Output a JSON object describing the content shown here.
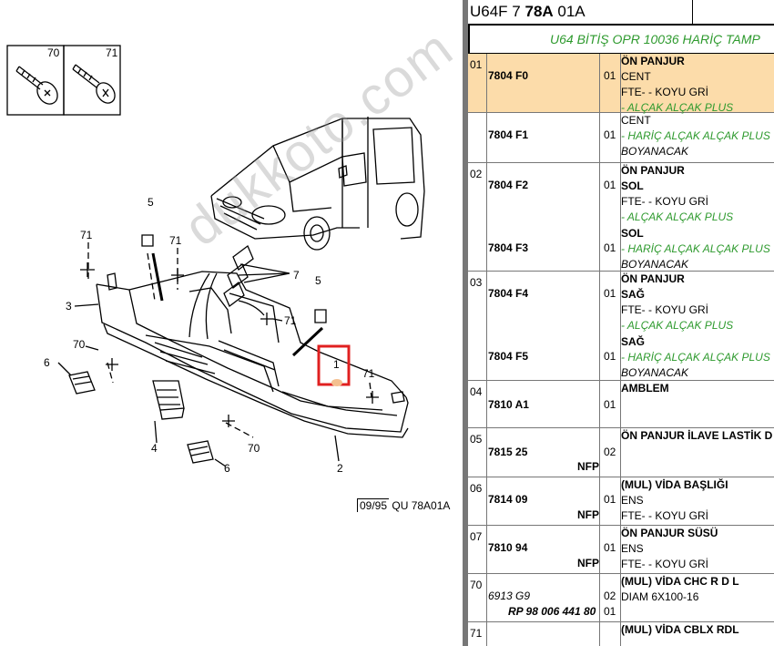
{
  "header": {
    "code_prefix": "U64F 7 ",
    "code_bold": "78A",
    "code_suffix": " 01A",
    "subtitle": "U64 BİTİŞ OPR 10036 HARİÇ TAMP"
  },
  "diagram": {
    "labels": {
      "l70_top": "70",
      "l71_top": "71",
      "l5a": "5",
      "l5b": "5",
      "l71a": "71",
      "l71b": "71",
      "l71c": "71",
      "l71d": "71",
      "l7": "7",
      "l3": "3",
      "l70a": "70",
      "l70b": "70",
      "l6a": "6",
      "l6b": "6",
      "l4": "4",
      "l2": "2",
      "l1": "1"
    },
    "ref_date": "09/95",
    "ref_code": "QU 78A01A",
    "watermark": "dukkoto.com",
    "highlight_color": "#e02020"
  },
  "rows": [
    {
      "num": "01",
      "highlight": true,
      "height": 64,
      "lines": [
        {
          "part": "7804 F0",
          "qty": "01",
          "descs": [
            {
              "t": "ÖN PANJUR",
              "s": "title"
            },
            {
              "t": "CENT",
              "s": "plain"
            },
            {
              "t": "FTE- - KOYU GRİ",
              "s": "plain"
            },
            {
              "t": "- ALÇAK ALÇAK PLUS",
              "s": "green"
            }
          ]
        }
      ]
    },
    {
      "num": "",
      "highlight": false,
      "height": 54,
      "lines": [
        {
          "part": "7804 F1",
          "qty": "01",
          "descs": [
            {
              "t": "CENT",
              "s": "plain"
            },
            {
              "t": "- HARİÇ ALÇAK ALÇAK PLUS",
              "s": "green"
            },
            {
              "t": "BOYANACAK",
              "s": "ital"
            }
          ]
        }
      ]
    },
    {
      "num": "02",
      "highlight": false,
      "height": 118,
      "lines": [
        {
          "part": "7804 F2",
          "qty": "01",
          "descs": [
            {
              "t": "ÖN PANJUR",
              "s": "title"
            },
            {
              "t": "SOL",
              "s": "bold"
            },
            {
              "t": "FTE- - KOYU GRİ",
              "s": "plain"
            },
            {
              "t": "- ALÇAK ALÇAK PLUS",
              "s": "green"
            }
          ]
        },
        {
          "part": "7804 F3",
          "qty": "01",
          "descs": [
            {
              "t": "SOL",
              "s": "bold"
            },
            {
              "t": "- HARİÇ ALÇAK ALÇAK PLUS",
              "s": "green"
            },
            {
              "t": "BOYANACAK",
              "s": "ital"
            }
          ]
        }
      ]
    },
    {
      "num": "03",
      "highlight": false,
      "height": 119,
      "lines": [
        {
          "part": "7804 F4",
          "qty": "01",
          "descs": [
            {
              "t": "ÖN PANJUR",
              "s": "title"
            },
            {
              "t": "SAĞ",
              "s": "bold"
            },
            {
              "t": "FTE- - KOYU GRİ",
              "s": "plain"
            },
            {
              "t": "- ALÇAK ALÇAK PLUS",
              "s": "green"
            }
          ]
        },
        {
          "part": "7804 F5",
          "qty": "01",
          "descs": [
            {
              "t": "SAĞ",
              "s": "bold"
            },
            {
              "t": "- HARİÇ ALÇAK ALÇAK PLUS",
              "s": "green"
            },
            {
              "t": "BOYANACAK",
              "s": "ital"
            }
          ]
        }
      ]
    },
    {
      "num": "04",
      "highlight": false,
      "height": 51,
      "lines": [
        {
          "part": "7810 A1",
          "qty": "01",
          "descs": [
            {
              "t": "AMBLEM",
              "s": "title"
            }
          ]
        }
      ]
    },
    {
      "num": "05",
      "highlight": false,
      "height": 53,
      "lines": [
        {
          "part": "7815 25",
          "qty": "02",
          "nfp": "NFP",
          "descs": [
            {
              "t": "ÖN PANJUR İLAVE LASTİK D",
              "s": "title"
            }
          ]
        }
      ]
    },
    {
      "num": "06",
      "highlight": false,
      "height": 52,
      "lines": [
        {
          "part": "7814 09",
          "qty": "01",
          "nfp": "NFP",
          "descs": [
            {
              "t": "(MUL) VİDA BAŞLIĞI",
              "s": "title"
            },
            {
              "t": "ENS",
              "s": "plain"
            },
            {
              "t": "FTE- - KOYU GRİ",
              "s": "plain"
            }
          ]
        }
      ]
    },
    {
      "num": "07",
      "highlight": false,
      "height": 52,
      "lines": [
        {
          "part": "7810 94",
          "qty": "01",
          "nfp": "NFP",
          "descs": [
            {
              "t": "ÖN PANJUR SÜSÜ",
              "s": "title"
            },
            {
              "t": "ENS",
              "s": "plain"
            },
            {
              "t": "FTE- - KOYU GRİ",
              "s": "plain"
            }
          ]
        }
      ]
    },
    {
      "num": "70",
      "highlight": false,
      "height": 52,
      "lines": [
        {
          "part": "6913 G9",
          "qty": "02",
          "italic": true,
          "descs": [
            {
              "t": "(MUL) VİDA CHC R D L",
              "s": "title"
            },
            {
              "t": "DIAM 6X100-16",
              "s": "plain"
            }
          ]
        }
      ],
      "extra_ref": "RP 98 006 441 80",
      "extra_qty": "01"
    },
    {
      "num": "71",
      "highlight": false,
      "height": 40,
      "lines": [
        {
          "part": "",
          "qty": "",
          "descs": [
            {
              "t": "(MUL) VİDA CBLX RDL",
              "s": "title"
            }
          ]
        }
      ]
    }
  ]
}
